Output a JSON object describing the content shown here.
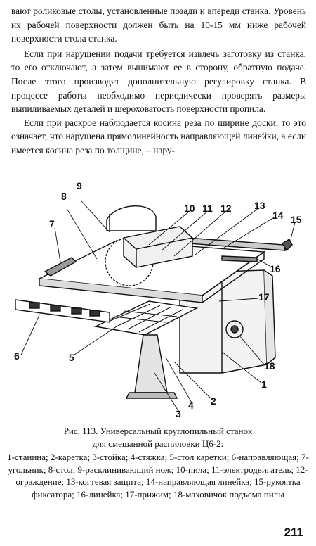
{
  "text": {
    "para1_cont": "вают роликовые столы, установленные позади и впереди станка. Уровень их рабочей поверхности должен быть на 10-15 мм ниже рабочей поверхности стола станка.",
    "para2": "Если при нарушении подачи требуется извлечь заготовку из станка, то его отключают, а затем вынимают ее в сторону, обратную подаче. После этого производят дополнительную регулировку станка. В процессе работы необходимо периодически проверять размеры выпиливаемых деталей и шероховатость поверхности пропила.",
    "para3": "Если при раскрое наблюдается косина реза по ширине доски, то это означает, что нарушена прямолинейность направляющей линейки, а если имеется косина реза по толщине, – нару-"
  },
  "figure": {
    "labels": [
      "1",
      "2",
      "3",
      "4",
      "5",
      "6",
      "7",
      "8",
      "9",
      "10",
      "11",
      "12",
      "13",
      "14",
      "15",
      "16",
      "17",
      "18"
    ]
  },
  "caption": {
    "title_line1": "Рис. 113. Универсальный круглопильный станок",
    "title_line2": "для смешанной распиловки Ц6-2:",
    "legend": "1-станина; 2-каретка; 3-стойка; 4-стяжка; 5-стол каретки; 6-направляющая; 7-угольник; 8-стол; 9-расклинивающий нож; 10-пила; 11-электродвигатель; 12-ограждение; 13-когтевая защита; 14-направляющая линейка; 15-рукоятка фиксатора; 16-линейка; 17-прижим; 18-маховичок подъема пилы"
  },
  "page_number": "211"
}
